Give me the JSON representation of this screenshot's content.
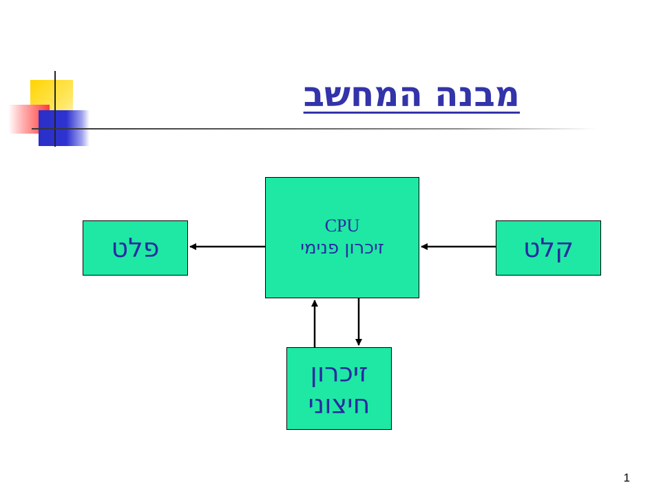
{
  "title": "מבנה המחשב",
  "boxes": {
    "cpu": {
      "line1": "CPU",
      "line2": "זיכרון פנימי"
    },
    "output": {
      "label": "פלט"
    },
    "input": {
      "label": "קלט"
    },
    "storage": {
      "line1": "זיכרון",
      "line2": "חיצוני"
    }
  },
  "colors": {
    "box_fill": "#1ee8a4",
    "text": "#2a2aa0",
    "title": "#3333aa"
  },
  "page_number": "1"
}
